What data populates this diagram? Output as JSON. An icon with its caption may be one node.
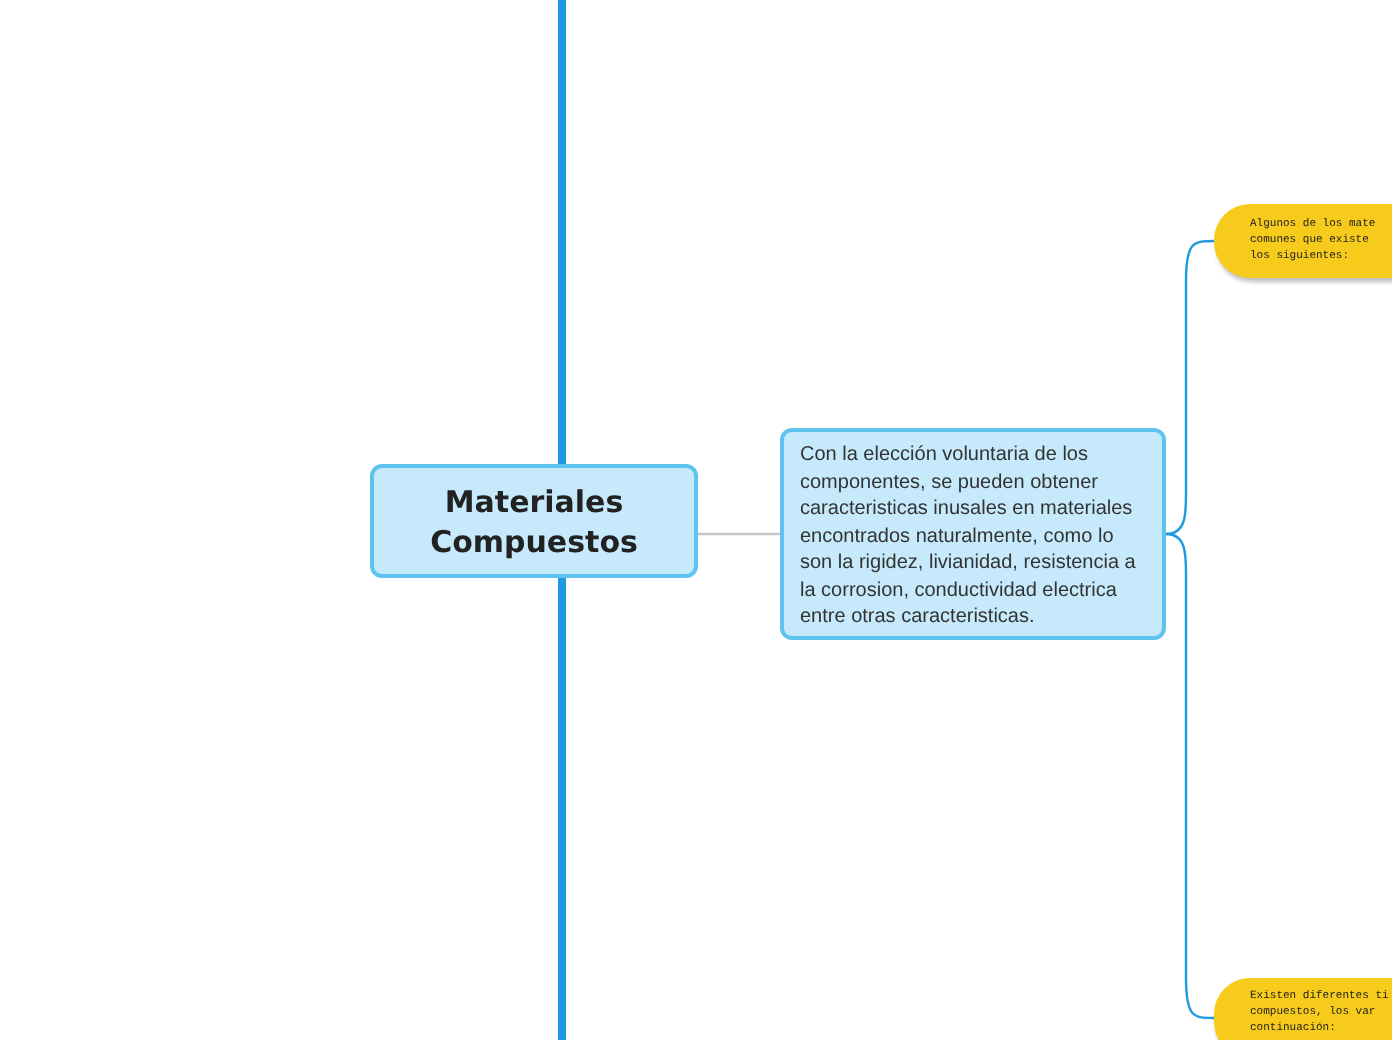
{
  "diagram": {
    "nodes": [
      {
        "text": [
          "Materiales Compuestos"
        ]
      },
      {
        "text": [
          "Con la elección voluntaria de los componentes, se pueden obtener caracteristicas inusales en materiales encontrados naturalmente, como lo son la rigidez, livianidad, resistencia a la corrosion, conductividad electrica entre otras caracteristicas."
        ]
      },
      {
        "text": [
          "Algunos de los mate comunes que existe los siguientes:"
        ]
      },
      {
        "text": [
          "Existen diferentes ti compuestos, los var continuación:"
        ]
      }
    ],
    "edges": [
      {
        "from": 0,
        "to": 1,
        "arrow": "none",
        "color": "#c8c8c8"
      },
      {
        "from": 1,
        "to": 2,
        "arrow": "none"
      },
      {
        "from": 1,
        "to": 3,
        "arrow": "none"
      }
    ]
  }
}
